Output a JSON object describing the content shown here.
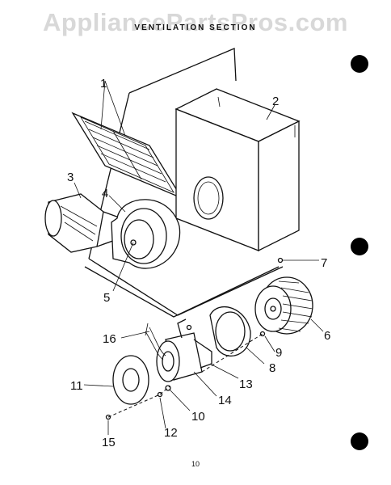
{
  "watermark": "AppliancePartsPros.com",
  "section_title": "VENTILATION SECTION",
  "page_number": "10",
  "callouts": {
    "c1": "1",
    "c2": "2",
    "c3": "3",
    "c4": "4",
    "c5": "5",
    "c6": "6",
    "c7": "7",
    "c8": "8",
    "c9": "9",
    "c10": "10",
    "c11": "11",
    "c12": "12",
    "c13": "13",
    "c14": "14",
    "c15": "15",
    "c16": "16"
  }
}
